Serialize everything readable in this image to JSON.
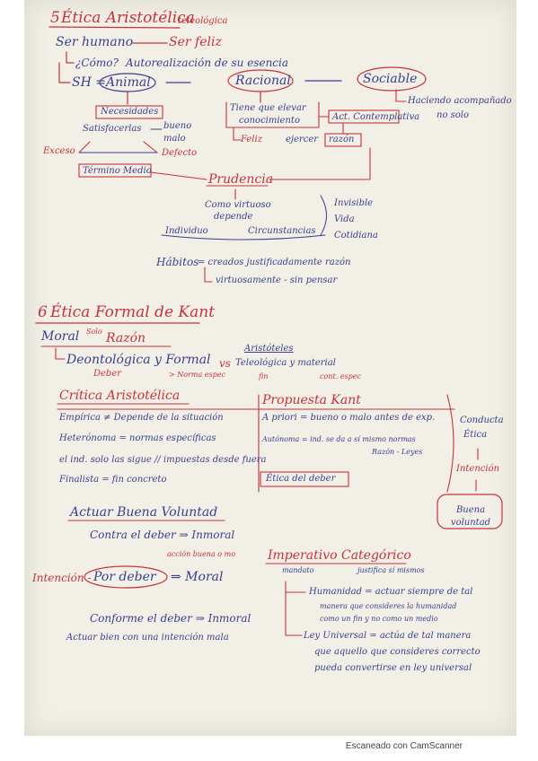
{
  "section5": {
    "title_num": "5",
    "title": "Ética Aristotélica",
    "title_sub": "teleológica",
    "ser_humano": "Ser humano",
    "ser_feliz": "Ser feliz",
    "como": "¿Cómo?",
    "autorrealizacion": "Autorealización de su esencia",
    "sh": "SH =",
    "animal": "Animal",
    "racional": "Racional",
    "sociable": "Sociable",
    "haciendo": "Haciendo acompañado",
    "no_solo": "no solo",
    "necesidades": "Necesidades",
    "satisfacerlas": "Satisfacerlas",
    "bueno": "bueno",
    "malo": "malo",
    "exceso": "Exceso",
    "defecto": "Defecto",
    "termino_medio": "Término Medio",
    "tiene_que": "Tiene que elevar",
    "conocimiento": "conocimiento",
    "act_contemplacion": "Act. Contemplativa",
    "feliz": "Feliz",
    "ejercer": "ejercer",
    "razon": "razón",
    "prudencia": "Prudencia",
    "como_virtuoso": "Como virtuoso",
    "depende": "depende",
    "individuo": "Individuo",
    "circunstancias": "Circunstancias",
    "invisible": "Invisible",
    "vida": "Vida",
    "cotidiana": "Cotidiana",
    "habitos": "Hábitos",
    "habitos_def": "= creados justificadamente razón",
    "virtuosamente": "virtuosamente - sin pensar"
  },
  "section6": {
    "title_num": "6",
    "title": "Ética Formal de Kant",
    "moral": "Moral",
    "solo": "Solo",
    "razon": "Razón",
    "deontologica": "Deontológica y Formal",
    "deber": "Deber",
    "norma_espec": "> Norma espec",
    "vs": "vs",
    "aristoteles": "Aristóteles",
    "teleologica": "Teleológica y material",
    "fin": "fin",
    "cont_espec": "cont. espec",
    "critica_title": "Crítica Aristotélica",
    "empirica": "Empírica ≠ Depende de la situación",
    "heteronoma": "Heterónoma = normas específicas",
    "ind_solo": "el ind. solo las sigue // impuestas desde fuera",
    "finalista": "Finalista = fin concreto",
    "propuesta_title": "Propuesta Kant",
    "a_priori": "A priori = bueno o malo antes de exp.",
    "autonoma": "Autónoma = ind. se da a sí mismo normas",
    "razon_leyes": "Razón - Leyes",
    "etica_deber": "Ética del deber",
    "conducta": "Conducta",
    "etica": "Ética",
    "intencion": "Intención",
    "buena_voluntad": "Buena voluntad",
    "actuar_title": "Actuar Buena Voluntad",
    "contra_deber": "Contra el deber ⇒ Inmoral",
    "accion_buena": "acción buena o mo",
    "intencion2": "Intención -",
    "por_deber": "Por deber",
    "moral_result": "⇒ Moral",
    "conforme": "Conforme el deber ⇒ Inmoral",
    "actuar_bien": "Actuar bien con una intención mala",
    "imperativo": "Imperativo Categórico",
    "mandato": "mandato",
    "justifica": "justifica sí mismos",
    "humanidad": "Humanidad = actuar siempre de tal",
    "humanidad2": "manera que consideres la humanidad",
    "humanidad3": "como un fin y no como un medio",
    "ley_universal": "Ley Universal = actúa de tal manera",
    "ley2": "que aquello que consideres correcto",
    "ley3": "pueda convertirse en ley universal"
  },
  "footer": "Escaneado con CamScanner"
}
